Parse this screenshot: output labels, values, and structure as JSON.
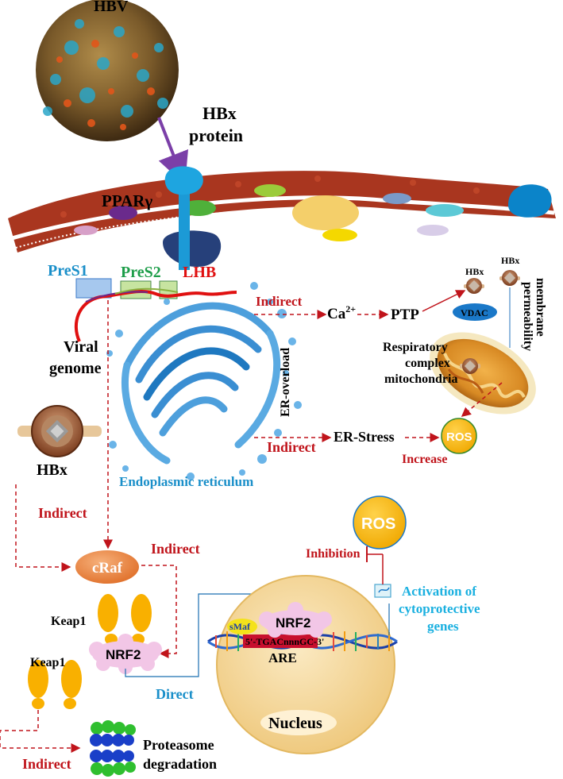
{
  "labels": {
    "hbv": "HBV",
    "hbx_protein_1": "HBx",
    "hbx_protein_2": "protein",
    "ppar": "PPARγ",
    "pres1": "PreS1",
    "pres2": "PreS2",
    "lhb": "LHB",
    "viral_genome_1": "Viral",
    "viral_genome_2": "genome",
    "indirect_top": "Indirect",
    "ca": "Ca",
    "ca_sup": "2+",
    "ptp": "PTP",
    "hbx_vdac": "HBx",
    "hbx_membrane": "HBx",
    "vdac": "VDAC",
    "membrane_1": "membrane",
    "membrane_2": "permeability",
    "respiratory_1": "Respiratory",
    "respiratory_2": "complex",
    "respiratory_3": "mitochondria",
    "er_overload": "ER-overload",
    "er_stress": "ER-Stress",
    "indirect_er": "Indirect",
    "ros_top": "ROS",
    "increase": "Increase",
    "hbx_left": "HBx",
    "er_label": "Endoplasmic reticulum",
    "indirect_left": "Indirect",
    "craf": "cRaf",
    "indirect_craf": "Indirect",
    "keap1_top": "Keap1",
    "nrf2_left": "NRF2",
    "keap1_bottom": "Keap1",
    "direct": "Direct",
    "indirect_bottom": "Indirect",
    "proteasome_1": "Proteasome",
    "proteasome_2": "degradation",
    "ros_bottom": "ROS",
    "inhibition": "Inhibition",
    "activation_1": "Activation of",
    "activation_2": "cytoprotective",
    "activation_3": "genes",
    "smaf": "sMaf",
    "nrf2_nucleus": "NRF2",
    "are_seq": "5'-TGACnnnGC-3'",
    "are": "ARE",
    "nucleus": "Nucleus"
  },
  "colors": {
    "red_text": "#c0141b",
    "blue_text": "#1a8fc9",
    "green_text": "#1e9e4a",
    "ros_fill": "#f5b800",
    "nrf2_fill": "#f2c6e6",
    "keap1_fill": "#f9b000",
    "craf_fill": "#f08a3c",
    "nucleus_fill": "#f6dfa0",
    "membrane_fill": "#a9361f"
  }
}
